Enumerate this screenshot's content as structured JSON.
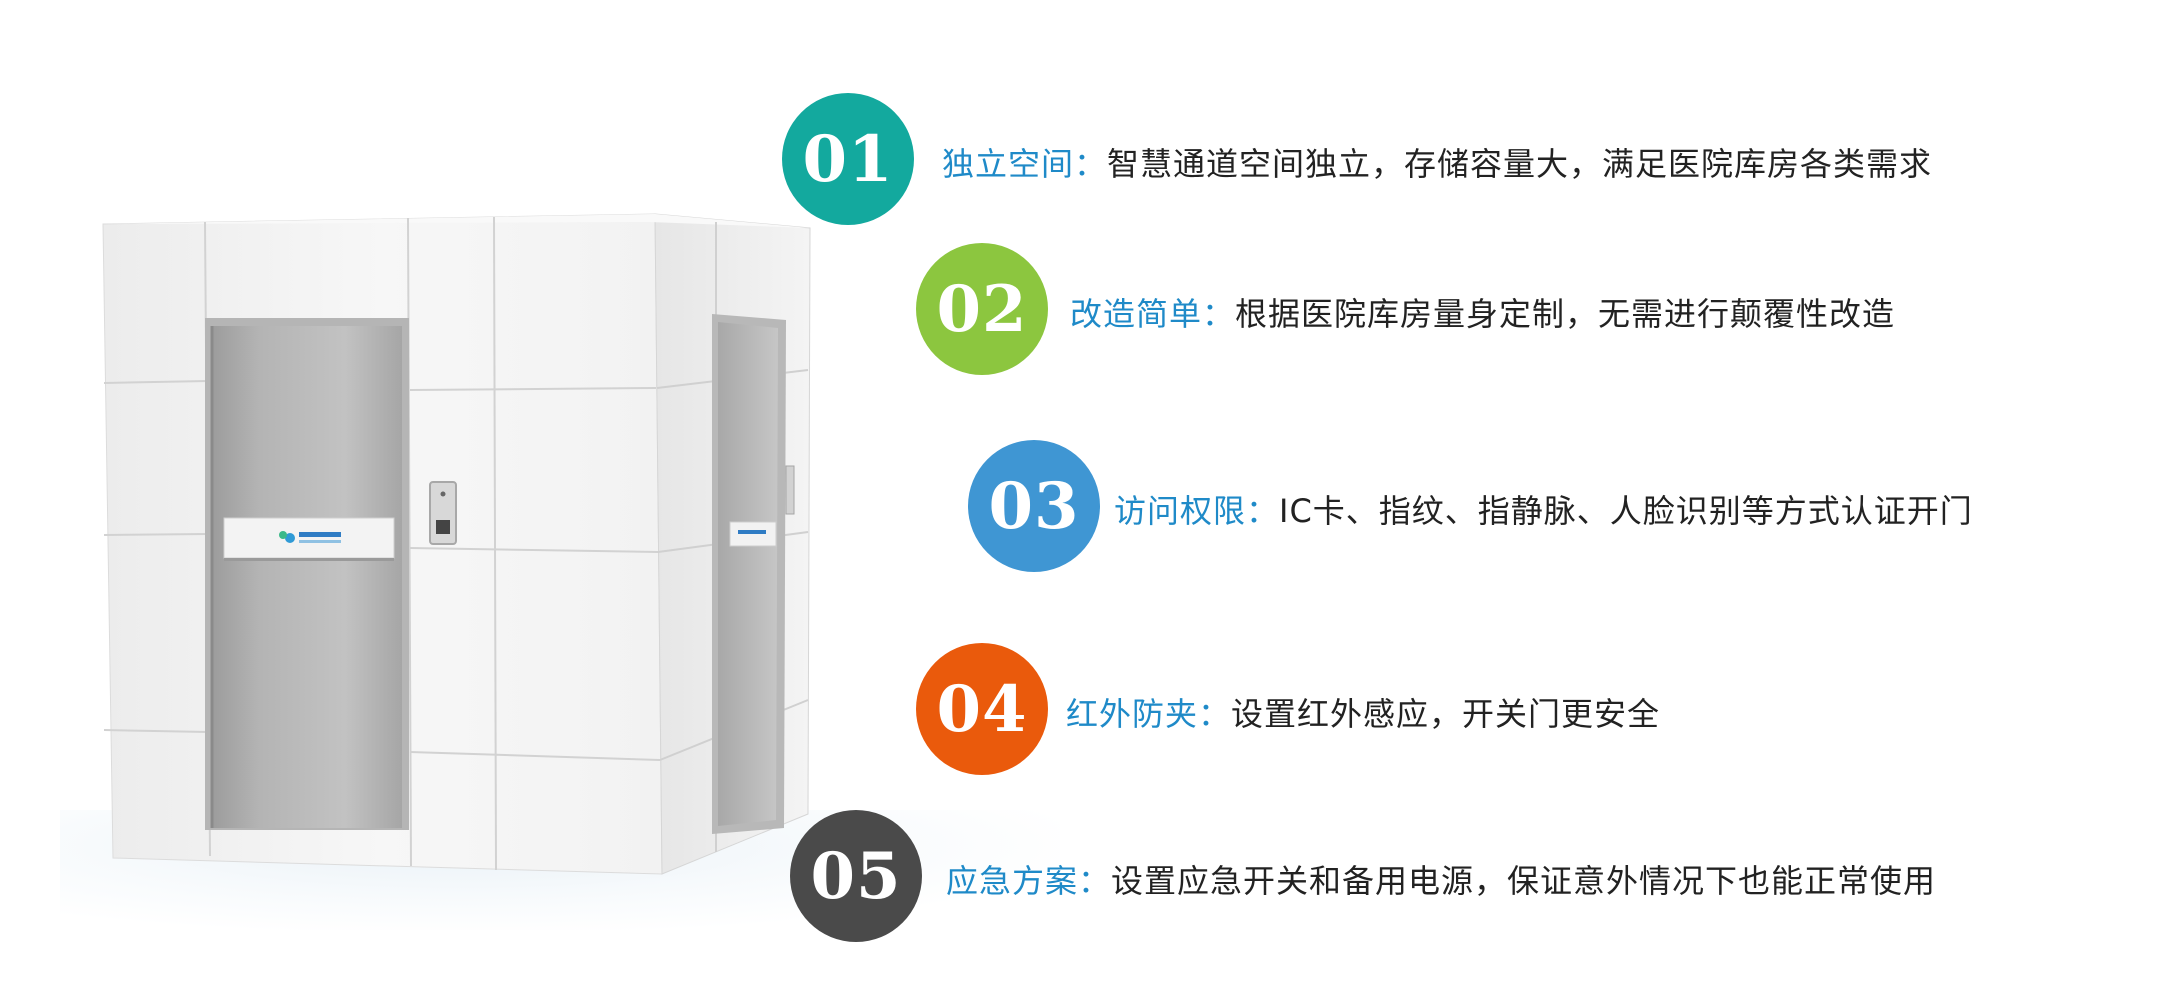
{
  "colors": {
    "title_text": "#1f8ac8",
    "body_text": "#222222",
    "badge_teal": "#13a99e",
    "badge_green": "#8cc63f",
    "badge_blue": "#3f96d3",
    "badge_orange": "#ea5a0c",
    "badge_gray": "#4a4a4a"
  },
  "features": [
    {
      "number": "01",
      "title": "独立空间：",
      "description": "智慧通道空间独立，存储容量大，满足医院库房各类需求",
      "badge_color": "#13a99e"
    },
    {
      "number": "02",
      "title": "改造简单：",
      "description": "根据医院库房量身定制，无需进行颠覆性改造",
      "badge_color": "#8cc63f"
    },
    {
      "number": "03",
      "title": "访问权限：",
      "description": "IC卡、指纹、指静脉、人脸识别等方式认证开门",
      "badge_color": "#3f96d3"
    },
    {
      "number": "04",
      "title": "红外防夹：",
      "description": "设置红外感应，开关门更安全",
      "badge_color": "#ea5a0c"
    },
    {
      "number": "05",
      "title": "应急方案：",
      "description": "设置应急开关和备用电源，保证意外情况下也能正常使用",
      "badge_color": "#4a4a4a"
    }
  ],
  "illustration": {
    "icons": [
      "booth-image",
      "door-left-image",
      "door-right-image",
      "card-reader-icon",
      "logo-mark-icon"
    ]
  }
}
